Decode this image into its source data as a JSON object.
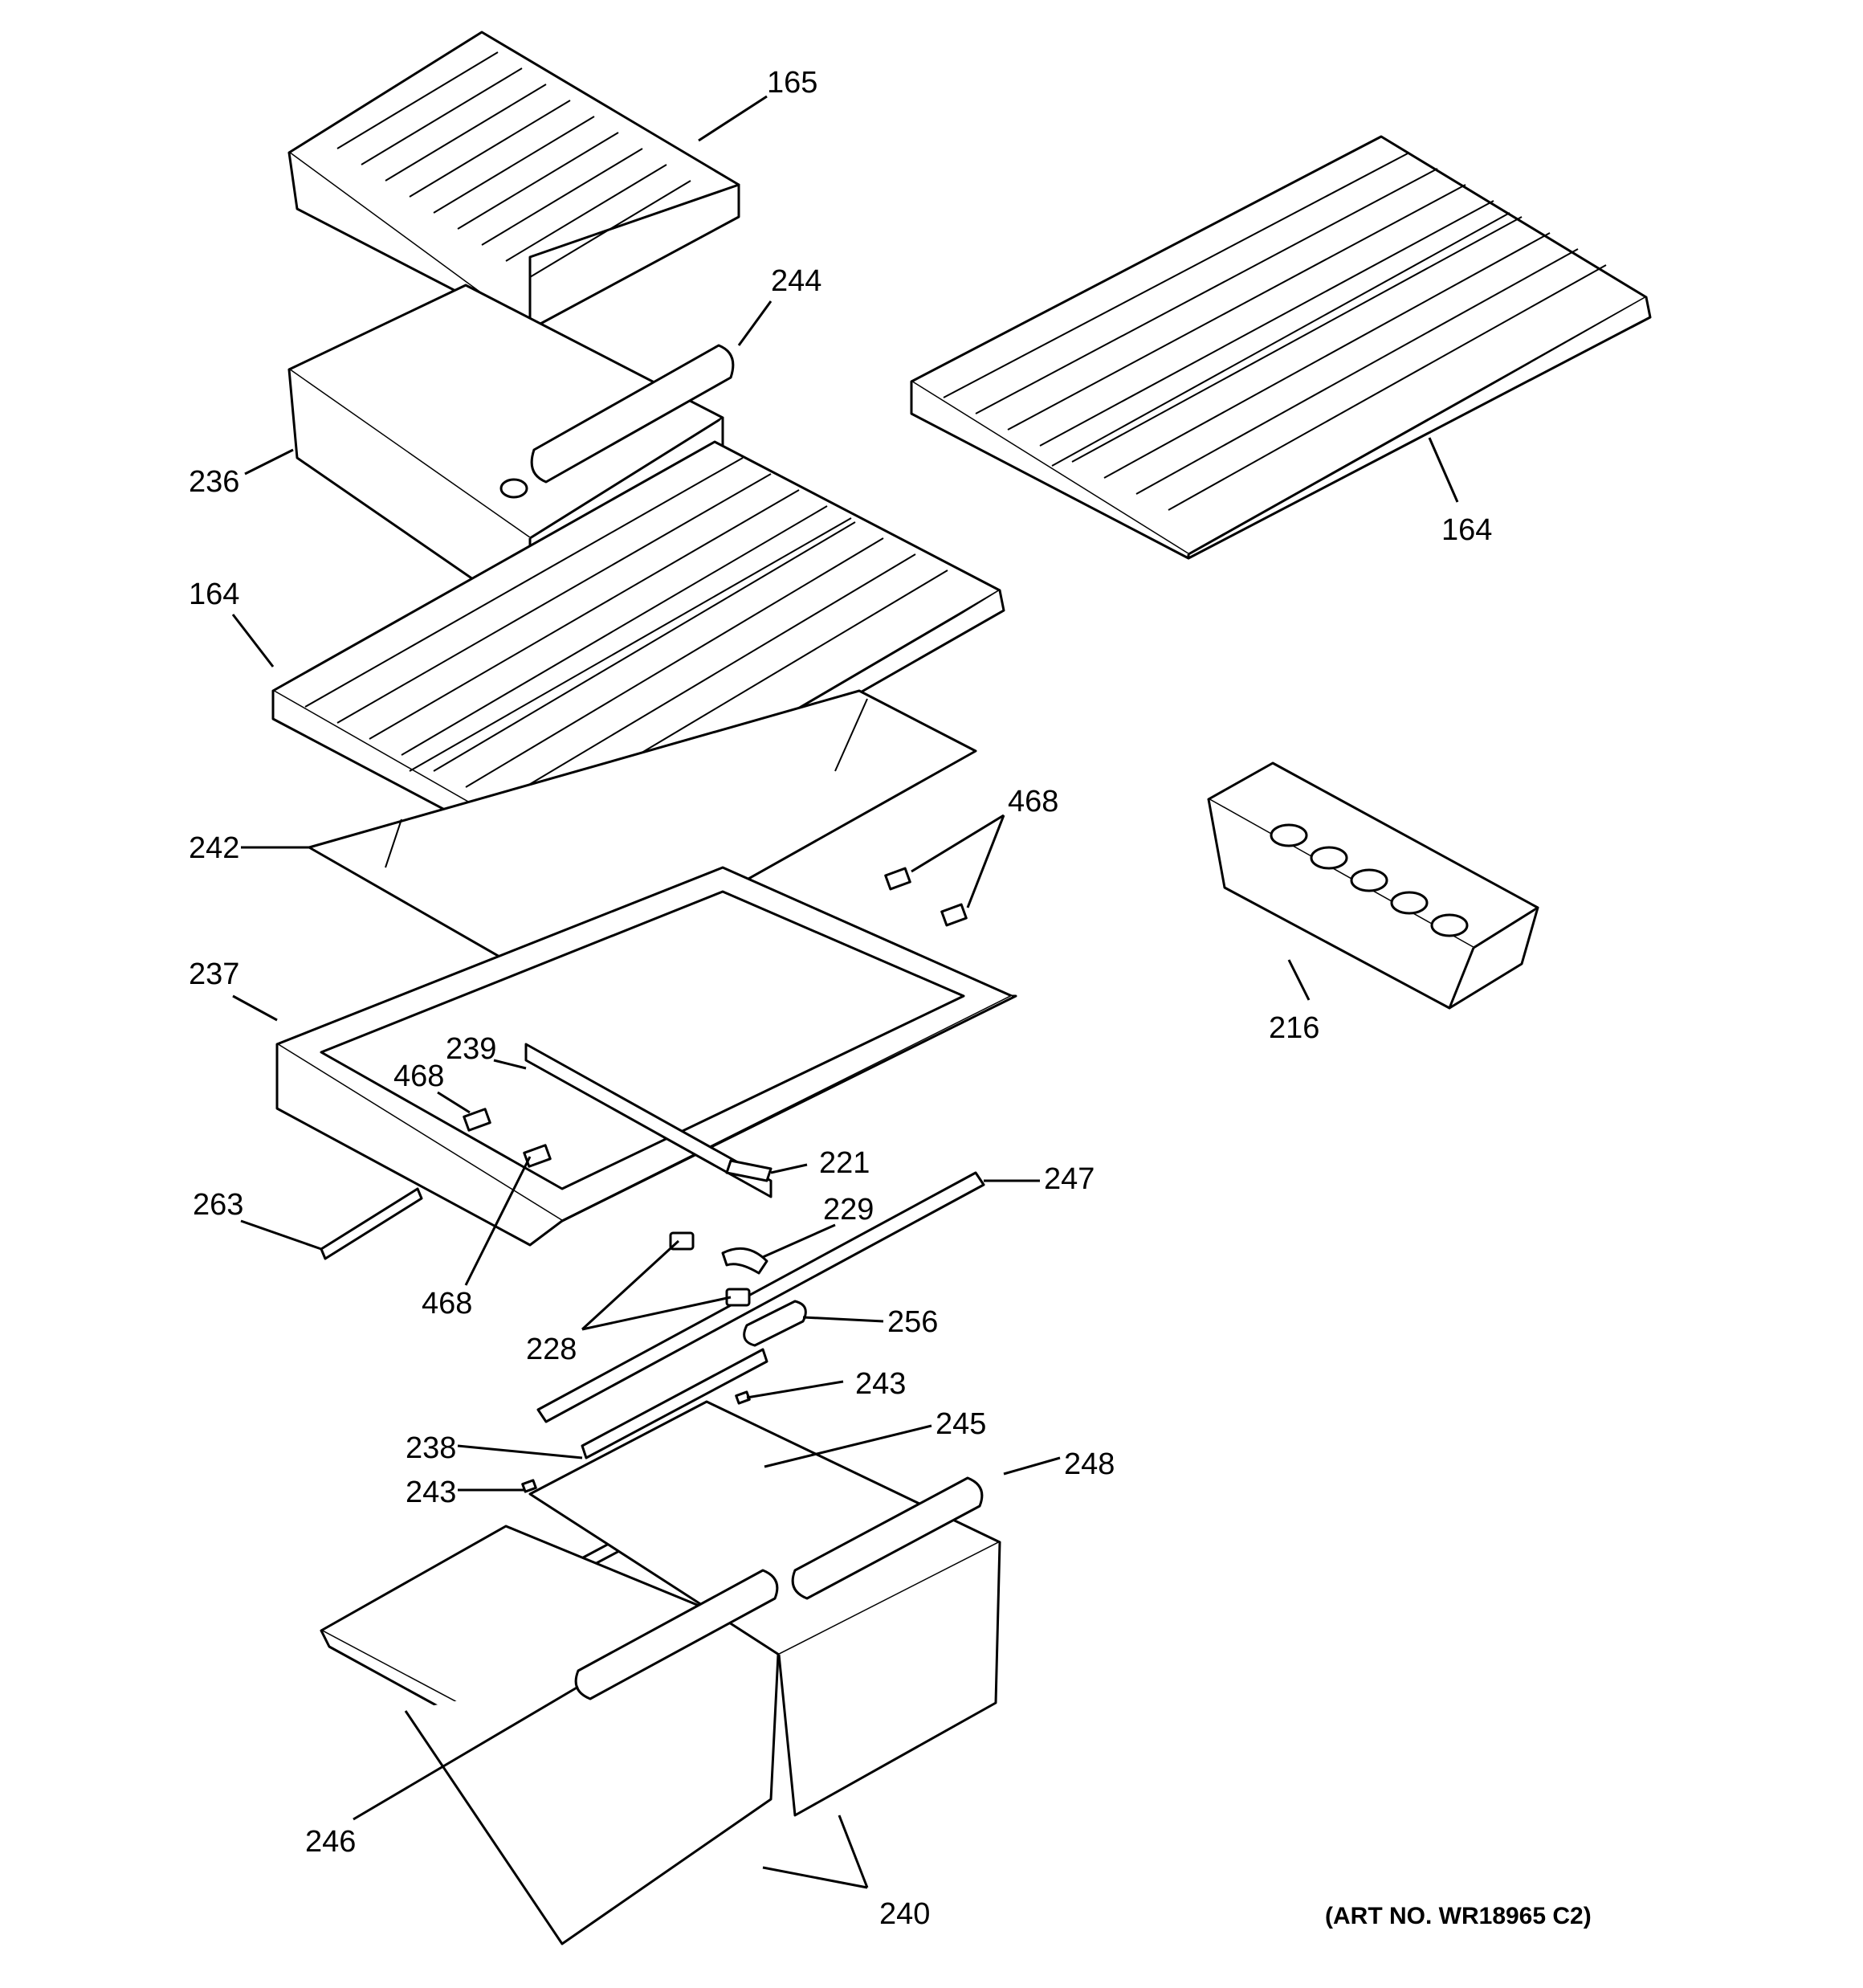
{
  "art_number": "(ART NO. WR18965 C2)",
  "callouts": [
    {
      "id": "c165",
      "label": "165"
    },
    {
      "id": "c244",
      "label": "244"
    },
    {
      "id": "c236",
      "label": "236"
    },
    {
      "id": "c164a",
      "label": "164"
    },
    {
      "id": "c164b",
      "label": "164"
    },
    {
      "id": "c242",
      "label": "242"
    },
    {
      "id": "c468a",
      "label": "468"
    },
    {
      "id": "c216",
      "label": "216"
    },
    {
      "id": "c237",
      "label": "237"
    },
    {
      "id": "c239",
      "label": "239"
    },
    {
      "id": "c468b",
      "label": "468"
    },
    {
      "id": "c221",
      "label": "221"
    },
    {
      "id": "c247",
      "label": "247"
    },
    {
      "id": "c263",
      "label": "263"
    },
    {
      "id": "c229",
      "label": "229"
    },
    {
      "id": "c468c",
      "label": "468"
    },
    {
      "id": "c228",
      "label": "228"
    },
    {
      "id": "c256",
      "label": "256"
    },
    {
      "id": "c243a",
      "label": "243"
    },
    {
      "id": "c245",
      "label": "245"
    },
    {
      "id": "c238",
      "label": "238"
    },
    {
      "id": "c248",
      "label": "248"
    },
    {
      "id": "c243b",
      "label": "243"
    },
    {
      "id": "c246",
      "label": "246"
    },
    {
      "id": "c240",
      "label": "240"
    }
  ]
}
